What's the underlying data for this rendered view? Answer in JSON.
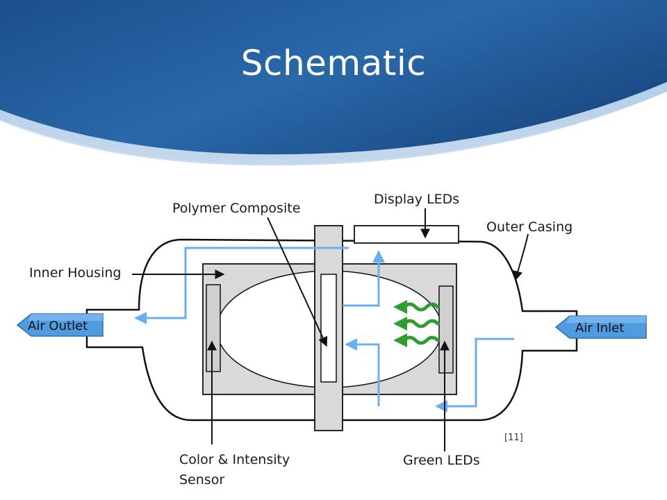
{
  "slide": {
    "title": "Schematic"
  },
  "diagram": {
    "labels": {
      "polymer_composite": "Polymer Composite",
      "display_leds": "Display LEDs",
      "outer_casing": "Outer Casing",
      "inner_housing": "Inner Housing",
      "air_outlet": "Air Outlet",
      "air_inlet": "Air Inlet",
      "sensor_line1": "Color & Intensity",
      "sensor_line2": "Sensor",
      "green_leds": "Green LEDs"
    },
    "citation": "[11]",
    "colors": {
      "banner_dark": "#184a86",
      "banner_light": "#4b86c4",
      "air_flow": "#6aaef0",
      "housing_fill": "#d9d9d9",
      "led_green": "#2f9d2f",
      "tag_fill": "#4f9be0"
    }
  }
}
